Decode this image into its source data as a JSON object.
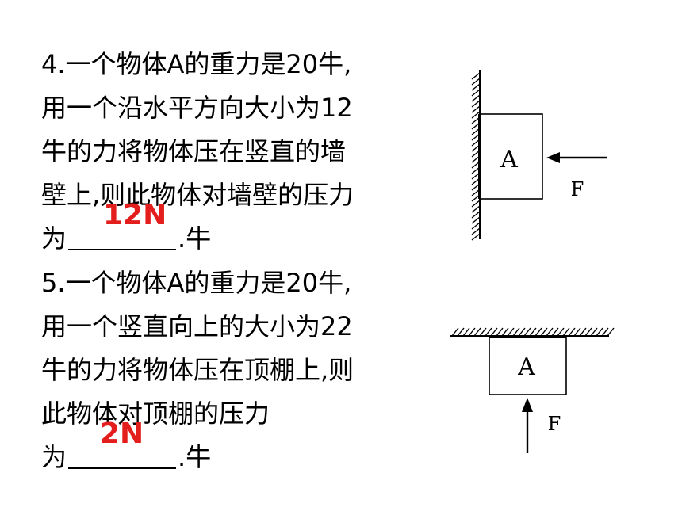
{
  "colors": {
    "answer": "#e41d1d",
    "text": "#000000"
  },
  "problem4": {
    "lines": [
      "4.一个物体A的重力是20牛,",
      "用一个沿水平方向大小为12",
      "牛的力将物体压在竖直的墙",
      "壁上,则此物体对墙壁的压力"
    ],
    "answer_prefix": "为",
    "answer": "12N",
    "answer_suffix": ".牛",
    "figure": {
      "block_label": "A",
      "force_label": "F"
    }
  },
  "problem5": {
    "lines": [
      "5.一个物体A的重力是20牛,",
      "用一个竖直向上的大小为22",
      "牛的力将物体压在顶棚上,则",
      "此物体对顶棚的压力"
    ],
    "answer_prefix": "为",
    "answer": "2N",
    "answer_suffix": ".牛",
    "figure": {
      "block_label": "A",
      "force_label": "F"
    }
  }
}
